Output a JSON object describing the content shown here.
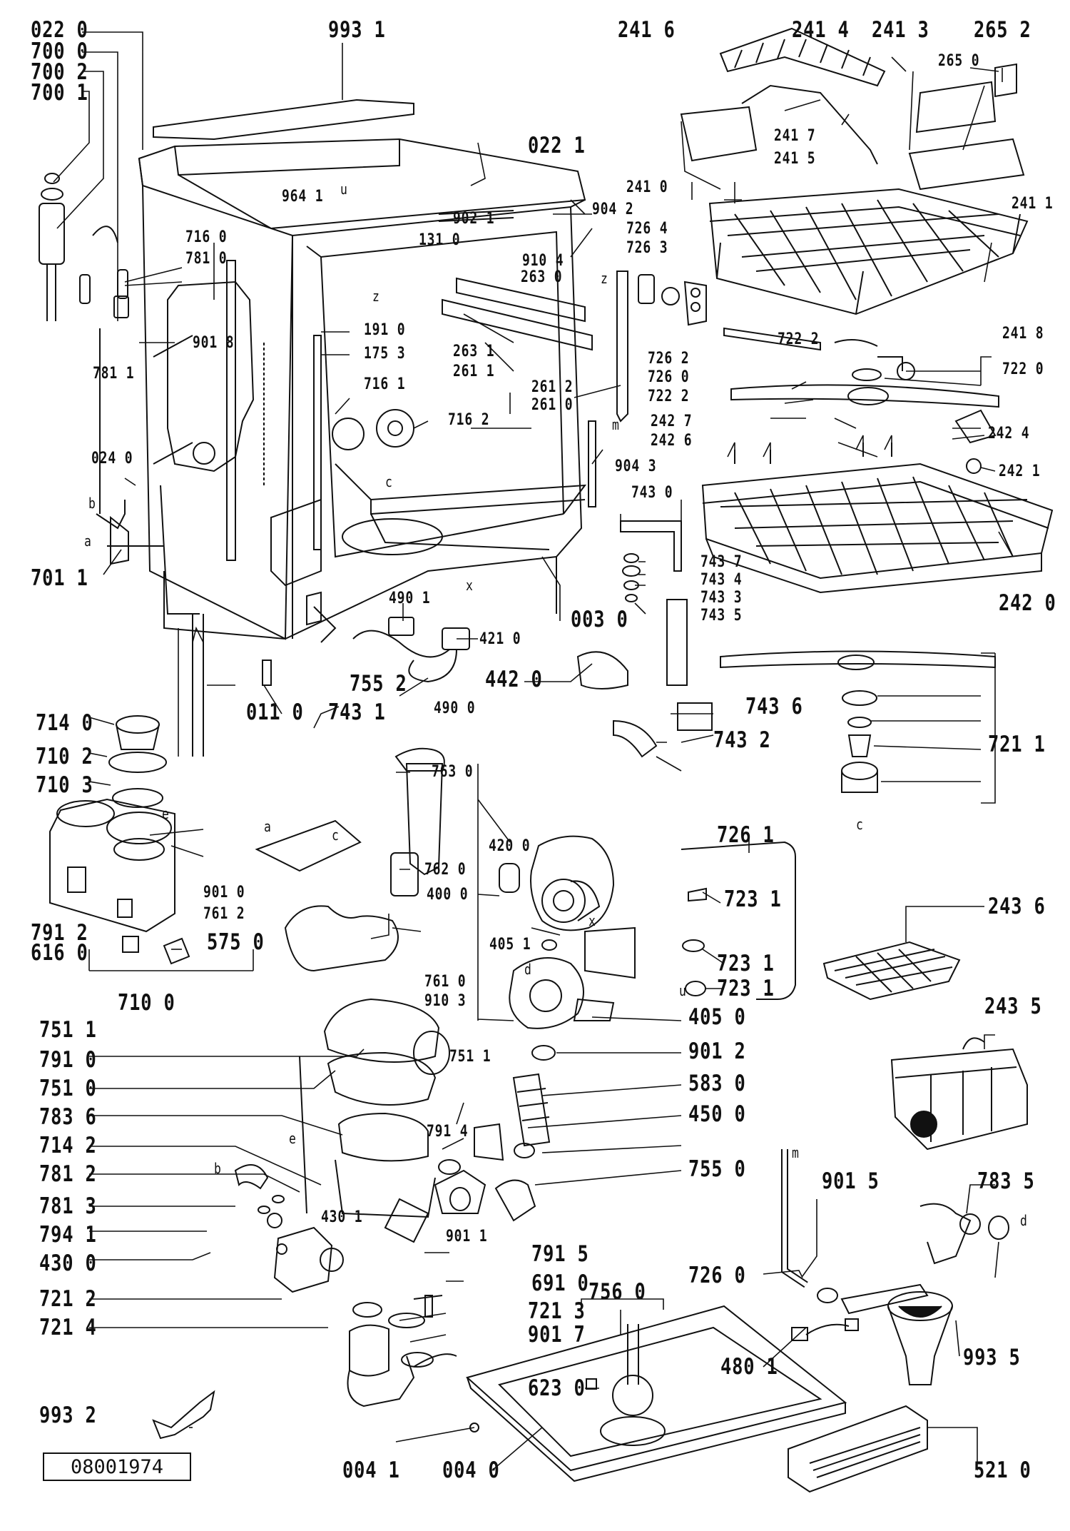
{
  "diagram": {
    "reference": "08001974",
    "part_labels": [
      "022 0",
      "700 0",
      "700 2",
      "700 1",
      "993 1",
      "022 1",
      "964 1",
      "902 1",
      "904 2",
      "910 4",
      "263 0",
      "716 0",
      "781 0",
      "901 8",
      "781 1",
      "191 0",
      "175 3",
      "716 1",
      "716 2",
      "131 0",
      "263 1",
      "261 1",
      "261 2",
      "261 0",
      "024 0",
      "701 1",
      "003 0",
      "490 1",
      "421 0",
      "490 0",
      "755 2",
      "743 1",
      "011 0",
      "442 0",
      "714 0",
      "710 2",
      "710 3",
      "791 2",
      "616 0",
      "575 0",
      "901 0",
      "761 2",
      "710 0",
      "763 0",
      "762 0",
      "761 0",
      "910 3",
      "751 1",
      "791 0",
      "751 0",
      "783 6",
      "714 2",
      "781 2",
      "781 3",
      "794 1",
      "430 0",
      "721 2",
      "721 4",
      "430 1",
      "791 4",
      "901 1",
      "791 5",
      "691 0",
      "721 3",
      "901 7",
      "420 0",
      "400 0",
      "405 1",
      "405 0",
      "901 2",
      "751 1",
      "583 0",
      "450 0",
      "755 0",
      "993 2",
      "004 1",
      "004 0",
      "623 0",
      "756 0",
      "480 1",
      "521 0",
      "993 5",
      "726 0",
      "901 5",
      "783 5",
      "241 6",
      "241 4",
      "241 3",
      "265 2",
      "265 0",
      "241 7",
      "241 5",
      "241 1",
      "241 0",
      "726 4",
      "726 3",
      "241 8",
      "722 2",
      "722 0",
      "726 2",
      "726 0",
      "722 2",
      "242 7",
      "242 6",
      "242 4",
      "242 1",
      "242 0",
      "904 3",
      "743 0",
      "743 7",
      "743 4",
      "743 3",
      "743 5",
      "743 6",
      "743 2",
      "721 1",
      "726 1",
      "723 1",
      "723 1",
      "723 1",
      "243 6",
      "243 5"
    ],
    "letters": [
      "u",
      "z",
      "z",
      "c",
      "b",
      "a",
      "x",
      "m",
      "e",
      "a",
      "c",
      "x",
      "d",
      "b",
      "e",
      "u",
      "m",
      "d",
      "c"
    ]
  }
}
